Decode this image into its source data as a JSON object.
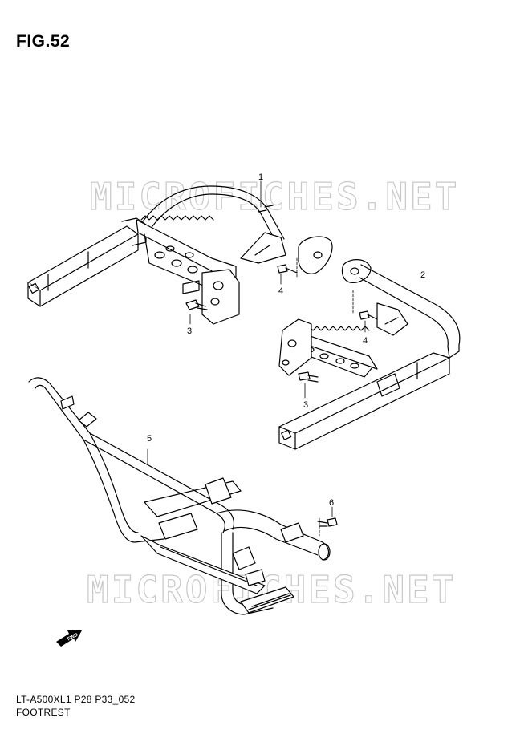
{
  "figure": {
    "title": "FIG.52"
  },
  "watermark": {
    "text": "MICROFICHES.NET"
  },
  "callouts": [
    "1",
    "2",
    "3",
    "3",
    "4",
    "4",
    "5",
    "6"
  ],
  "fwd_label": "FWD",
  "footer": {
    "code": "LT-A500XL1 P28 P33_052",
    "name": "FOOTREST"
  }
}
